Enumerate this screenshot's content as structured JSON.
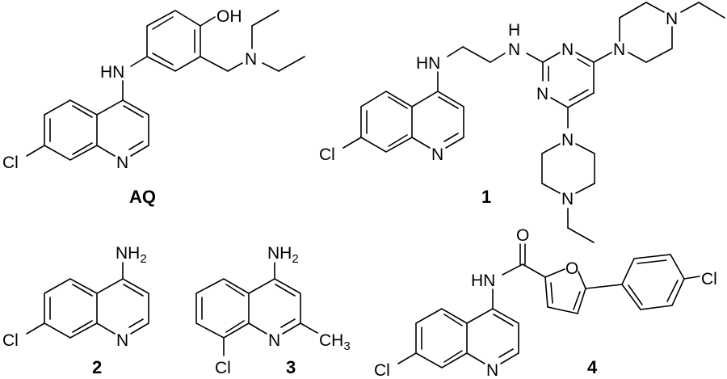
{
  "figure": {
    "description": "Chemical structures of 4-aminoquinoline derivatives",
    "background": "#ffffff",
    "ink": "#000000"
  },
  "compounds": [
    {
      "id": "AQ",
      "label": "AQ",
      "atoms": {
        "cl": "Cl",
        "n_ring": "N",
        "nh": "HN",
        "oh": "OH",
        "n_amine": "N"
      }
    },
    {
      "id": "1",
      "label": "1",
      "atoms": {
        "cl": "Cl",
        "n_ring": "N",
        "nh": "HN",
        "nh2_n": "N",
        "nh2_h": "H",
        "pyr_n3": "N",
        "pyr_n1": "N",
        "pip1_n1": "N",
        "pip1_n4": "N",
        "pip2_n1": "N",
        "pip2_n4": "N"
      }
    },
    {
      "id": "2",
      "label": "2",
      "atoms": {
        "cl": "Cl",
        "n_ring": "N",
        "nh2": "NH",
        "nh2_sub": "2"
      }
    },
    {
      "id": "3",
      "label": "3",
      "atoms": {
        "cl": "Cl",
        "n_ring": "N",
        "nh2": "NH",
        "nh2_sub": "2",
        "ch3": "CH",
        "ch3_sub": "3"
      }
    },
    {
      "id": "4",
      "label": "4",
      "atoms": {
        "cl": "Cl",
        "n_ring": "N",
        "nh": "HN",
        "o_carbonyl": "O",
        "o_furan": "O",
        "cl_phenyl": "Cl"
      }
    }
  ]
}
